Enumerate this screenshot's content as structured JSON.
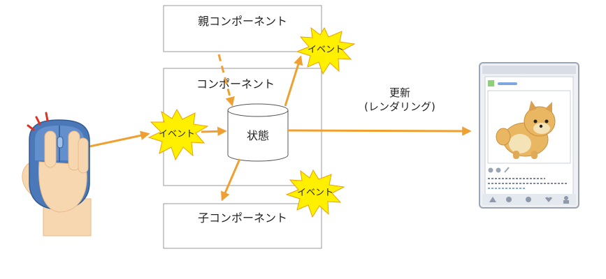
{
  "diagram": {
    "parent_component": "親コンポーネント",
    "component": "コンポーネント",
    "child_component": "子コンポーネント",
    "state": "状態",
    "event_labels": [
      "イベント",
      "イベント",
      "イベント"
    ],
    "update_label_line1": "更新",
    "update_label_line2": "(レンダリング)"
  },
  "colors": {
    "arrow": "#f0a030",
    "burst": "#fff000",
    "box_border": "#9a9a9a",
    "mouse_blue": "#4a78b8",
    "hand_skin": "#f7d7b0",
    "dog": "#e9b662"
  },
  "icons": [
    "hand-mouse-icon",
    "phone-screen-icon",
    "pomeranian-icon"
  ]
}
